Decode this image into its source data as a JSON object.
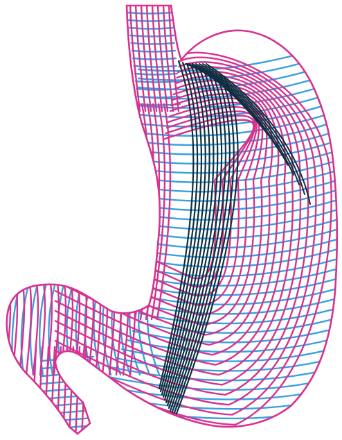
{
  "figure": {
    "subject": "stomach-muscle-fiber-layers",
    "layers": [
      {
        "id": "longitudinal",
        "color": "#d8318f"
      },
      {
        "id": "circular",
        "color": "#3aa0dd"
      },
      {
        "id": "oblique",
        "color": "#0d2f3f"
      }
    ],
    "background": "#ffffff"
  }
}
